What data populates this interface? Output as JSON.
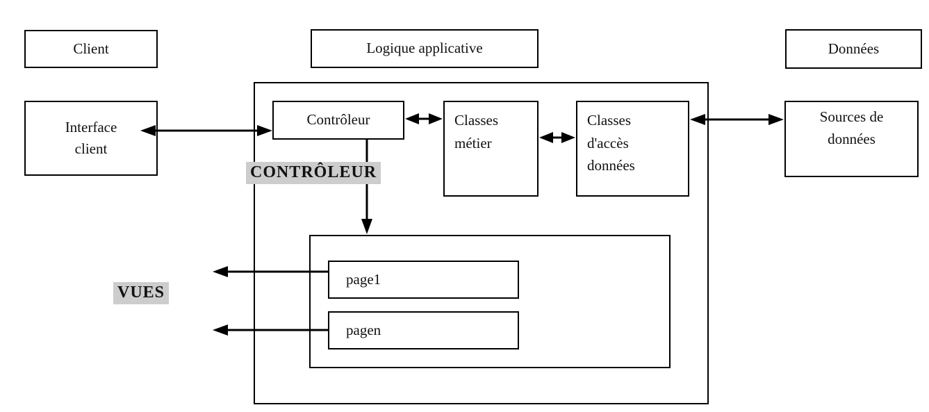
{
  "diagram": {
    "tier_labels": {
      "client": "Client",
      "logique": "Logique applicative",
      "donnees": "Données"
    },
    "nodes": {
      "interface_client": "Interface client",
      "controleur": "Contrôleur",
      "classes_metier": "Classes métier",
      "classes_acces": "Classes d'accès données",
      "sources_donnees": "Sources de données",
      "page1": "page1",
      "pagen": "pagen"
    },
    "captions": {
      "controleur": "CONTRÔLEUR",
      "vues": "VUES"
    },
    "colors": {
      "line": "#000000",
      "highlight_bg": "#cdcdcd",
      "background": "#ffffff"
    }
  }
}
